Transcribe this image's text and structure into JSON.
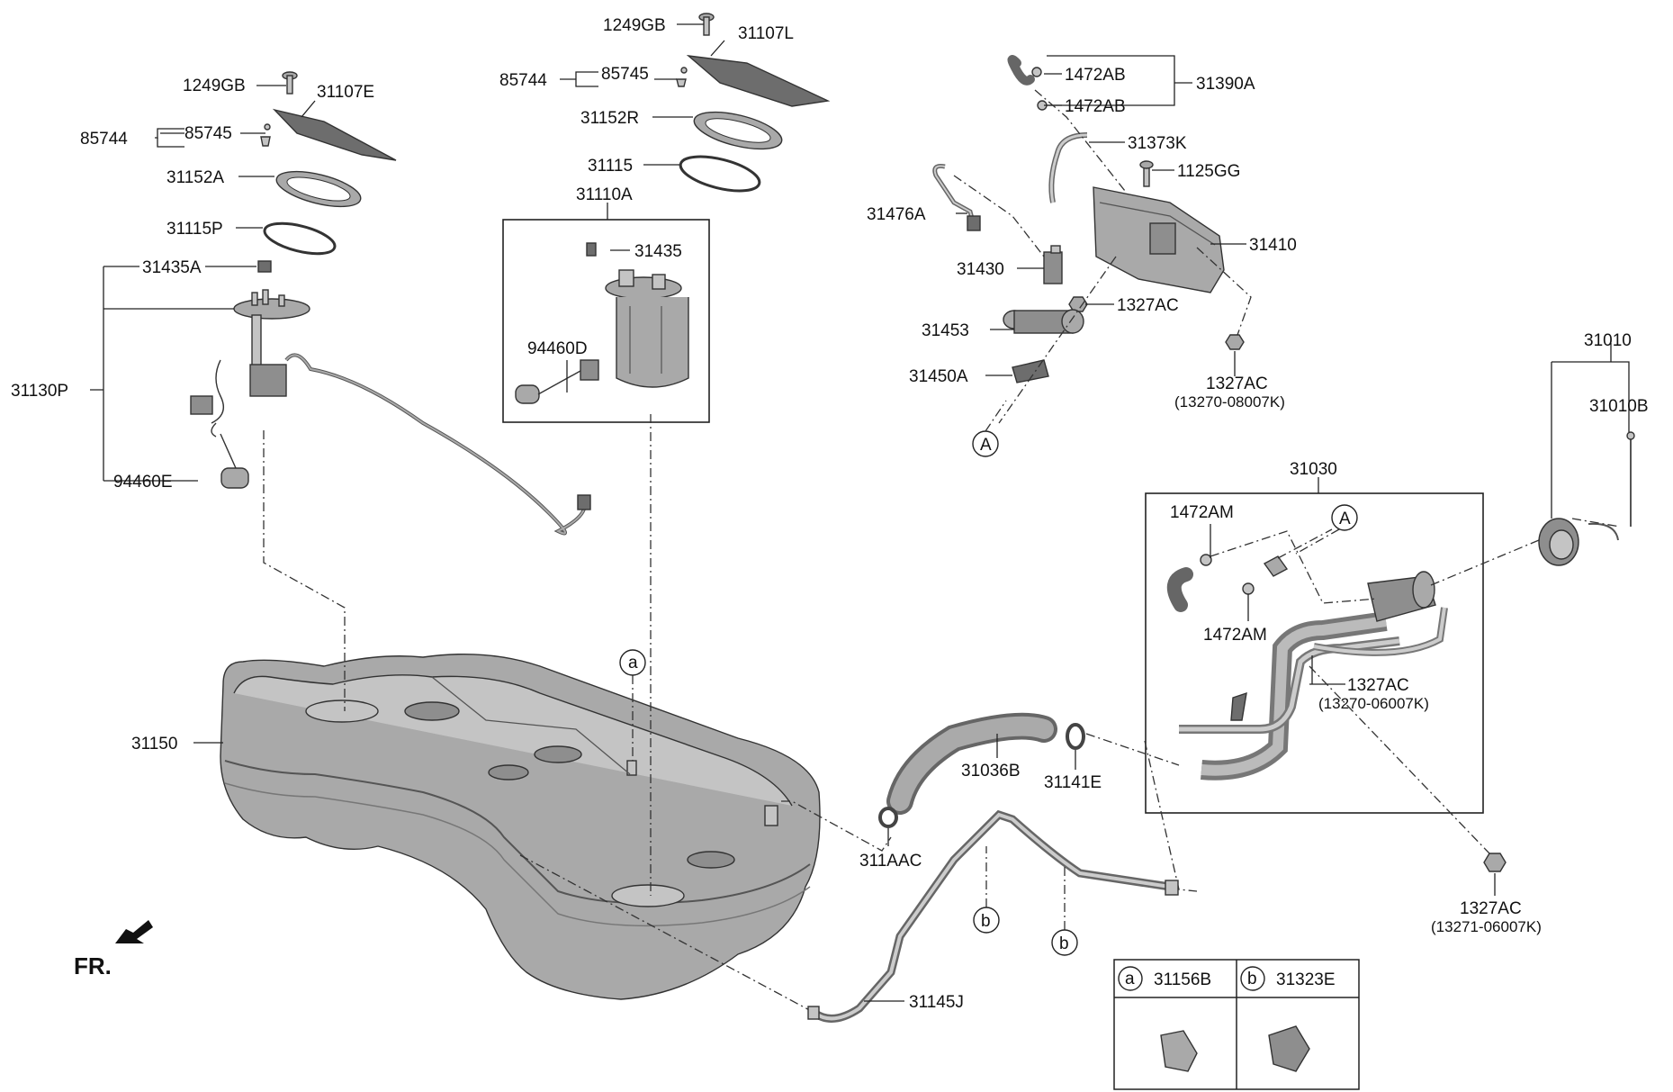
{
  "labels": {
    "p_1249GB_a": "1249GB",
    "p_31107E": "31107E",
    "p_85744_a": "85744",
    "p_85745_a": "85745",
    "p_31152A": "31152A",
    "p_31115P": "31115P",
    "p_31435A": "31435A",
    "p_31130P": "31130P",
    "p_94460E": "94460E",
    "p_1249GB_b": "1249GB",
    "p_31107L": "31107L",
    "p_85744_b": "85744",
    "p_85745_b": "85745",
    "p_31152R": "31152R",
    "p_31115": "31115",
    "p_31110A": "31110A",
    "p_31435": "31435",
    "p_94460D": "94460D",
    "p_1472AB_a": "1472AB",
    "p_1472AB_b": "1472AB",
    "p_31390A": "31390A",
    "p_31373K": "31373K",
    "p_1125GG": "1125GG",
    "p_31476A": "31476A",
    "p_31410": "31410",
    "p_31430": "31430",
    "p_1327AC_a": "1327AC",
    "p_31453": "31453",
    "p_31450A": "31450A",
    "p_1327AC_b": "1327AC",
    "p_13270_08007K": "(13270-08007K)",
    "p_31010": "31010",
    "p_31010B": "31010B",
    "p_31030": "31030",
    "p_1472AM_a": "1472AM",
    "p_1472AM_b": "1472AM",
    "p_1327AC_c": "1327AC",
    "p_13270_06007K": "(13270-06007K)",
    "p_31150": "31150",
    "p_31036B": "31036B",
    "p_31141E": "31141E",
    "p_311AAC": "311AAC",
    "p_1327AC_d": "1327AC",
    "p_13271_06007K": "(13271-06007K)",
    "p_31145J": "31145J",
    "fr": "FR."
  },
  "callouts": {
    "A_top": "A",
    "A_box": "A",
    "a_tank": "a",
    "b_left": "b",
    "b_right": "b"
  },
  "legend": {
    "a_letter": "a",
    "a_part": "31156B",
    "b_letter": "b",
    "b_part": "31323E"
  }
}
